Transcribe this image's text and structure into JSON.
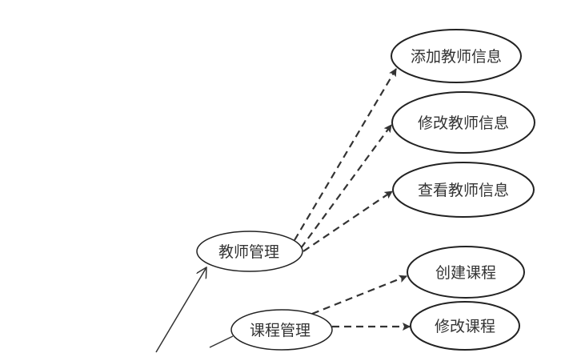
{
  "diagram": {
    "use_cases": {
      "add_teacher": "添加教师信息",
      "edit_teacher": "修改教师信息",
      "view_teacher": "查看教师信息",
      "teacher_mgmt": "教师管理",
      "create_course": "创建课程",
      "course_mgmt": "课程管理",
      "edit_course": "修改课程"
    },
    "colors": {
      "line": "#333333",
      "fill": "#ffffff"
    }
  }
}
